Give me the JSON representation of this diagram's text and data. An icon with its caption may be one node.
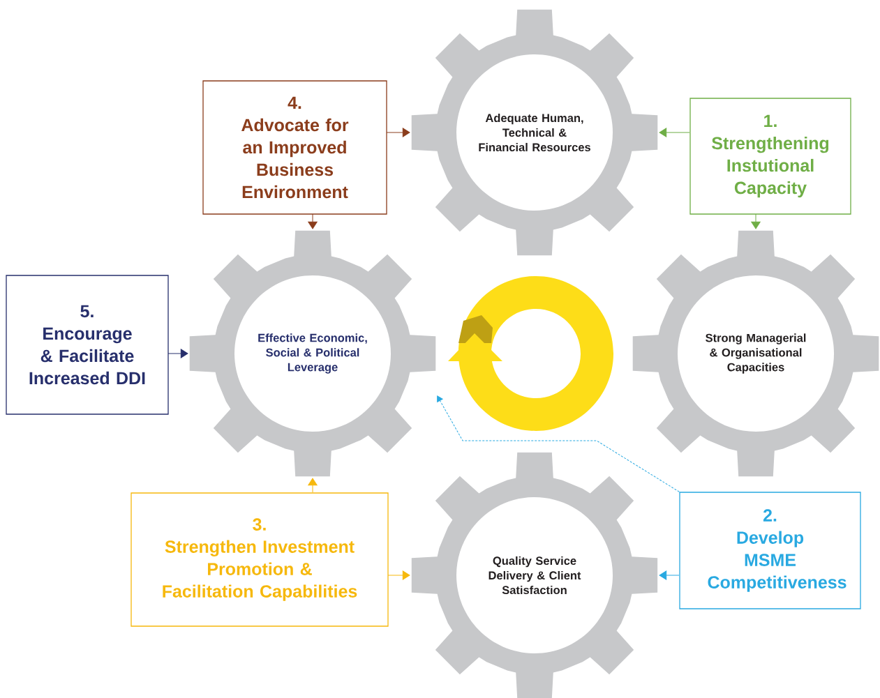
{
  "diagram": {
    "nodes": [
      {
        "text": [
          "4.",
          "Advocate for an Improved Business Environment"
        ]
      },
      {
        "text": [
          "Adequate Human, Technical & Financial Resources"
        ]
      },
      {
        "text": [
          "1.",
          "Strengthening Instutional Capacity"
        ]
      },
      {
        "text": [
          "5.",
          "Encourage & Facilitate Increased DDI"
        ]
      },
      {
        "text": [
          "Effective Economic, Social & Political Leverage"
        ]
      },
      {
        "text": [
          "Strong Managerial & Organisational Capacities"
        ]
      },
      {
        "text": [
          "3.",
          "Strengthen Investment Promotion & Facilitation Capabilities"
        ]
      },
      {
        "text": [
          "2.",
          "Develop MSME Competitiveness"
        ]
      },
      {
        "text": [
          "Quality Service Delivery & Client Satisfaction"
        ]
      }
    ],
    "edges": [
      {
        "from": 0,
        "to": 1,
        "arrow": "to",
        "color": "#8b3d1c"
      },
      {
        "from": 0,
        "to": 4,
        "arrow": "to",
        "color": "#8b3d1c"
      },
      {
        "from": 2,
        "to": 1,
        "arrow": "to",
        "color": "#6fae46"
      },
      {
        "from": 2,
        "to": 5,
        "arrow": "to",
        "color": "#6fae46"
      },
      {
        "from": 3,
        "to": 4,
        "arrow": "to",
        "color": "#272f6c"
      },
      {
        "from": 6,
        "to": 4,
        "arrow": "to",
        "color": "#f6b80d"
      },
      {
        "from": 6,
        "to": 8,
        "arrow": "to",
        "color": "#f6b80d"
      },
      {
        "from": 7,
        "to": 8,
        "arrow": "to",
        "color": "#29a9e1"
      },
      {
        "from": 7,
        "to": 4,
        "arrow": "to",
        "style": "dashed",
        "color": "#29a9e1"
      }
    ]
  }
}
